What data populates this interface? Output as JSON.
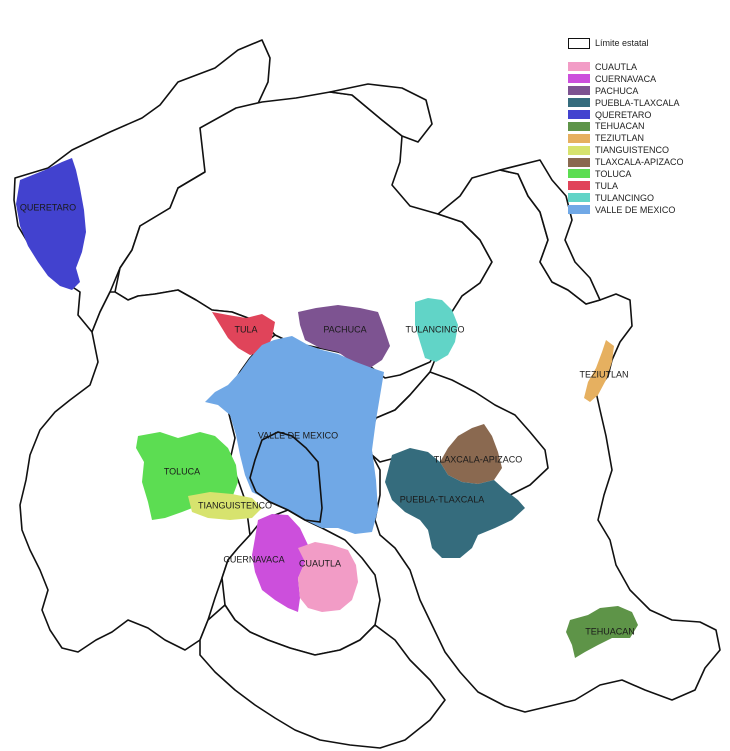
{
  "legend": {
    "border_label": "Límite estatal",
    "items": [
      {
        "label": "CUAUTLA",
        "color": "#f29cc6"
      },
      {
        "label": "CUERNAVACA",
        "color": "#cc4fdc"
      },
      {
        "label": "PACHUCA",
        "color": "#7d5391"
      },
      {
        "label": "PUEBLA-TLAXCALA",
        "color": "#356c7d"
      },
      {
        "label": "QUERETARO",
        "color": "#4242cf"
      },
      {
        "label": "TEHUACAN",
        "color": "#5e9448"
      },
      {
        "label": "TEZIUTLAN",
        "color": "#e6b060"
      },
      {
        "label": "TIANGUISTENCO",
        "color": "#d7e36e"
      },
      {
        "label": "TLAXCALA-APIZACO",
        "color": "#8a6950"
      },
      {
        "label": "TOLUCA",
        "color": "#5cdd52"
      },
      {
        "label": "TULA",
        "color": "#e0445a"
      },
      {
        "label": "TULANCINGO",
        "color": "#61d4c7"
      },
      {
        "label": "VALLE DE MEXICO",
        "color": "#70a8e6"
      }
    ]
  },
  "zones": {
    "queretaro": {
      "label": "QUERETARO",
      "color": "#4242cf"
    },
    "tula": {
      "label": "TULA",
      "color": "#e0445a"
    },
    "pachuca": {
      "label": "PACHUCA",
      "color": "#7d5391"
    },
    "tulancingo": {
      "label": "TULANCINGO",
      "color": "#61d4c7"
    },
    "teziutlan": {
      "label": "TEZIUTLAN",
      "color": "#e6b060"
    },
    "valle": {
      "label": "VALLE DE MEXICO",
      "color": "#70a8e6"
    },
    "toluca": {
      "label": "TOLUCA",
      "color": "#5cdd52"
    },
    "tianguistenco": {
      "label": "TIANGUISTENCO",
      "color": "#d7e36e"
    },
    "tlaxcala": {
      "label": "TLAXCALA-APIZACO",
      "color": "#8a6950"
    },
    "puebla": {
      "label": "PUEBLA-TLAXCALA",
      "color": "#356c7d"
    },
    "cuernavaca": {
      "label": "CUERNAVACA",
      "color": "#cc4fdc"
    },
    "cuautla": {
      "label": "CUAUTLA",
      "color": "#f29cc6"
    },
    "tehuacan": {
      "label": "TEHUACAN",
      "color": "#5e9448"
    }
  }
}
